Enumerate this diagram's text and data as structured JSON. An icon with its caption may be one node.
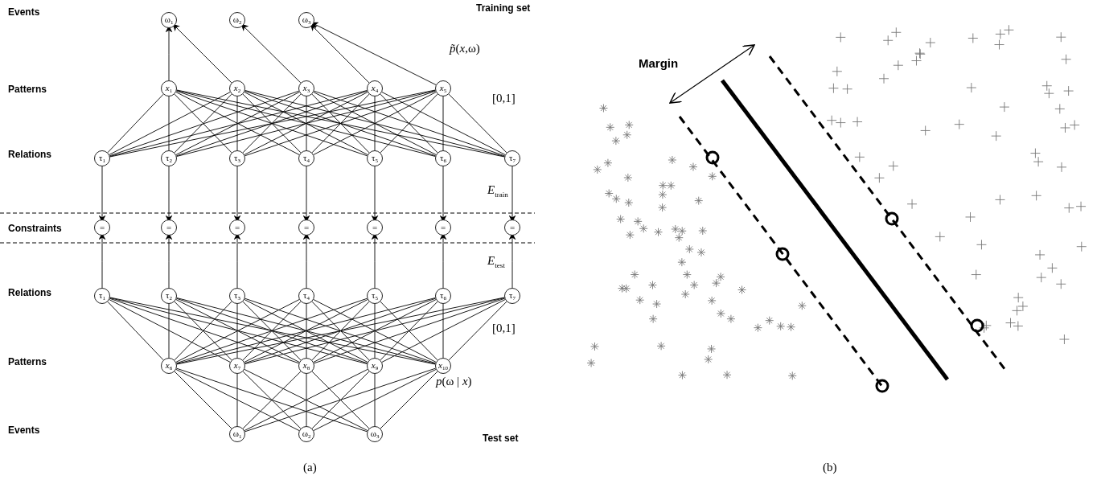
{
  "diagram": {
    "nodes": [
      {
        "text": [
          "ω$_{1}$"
        ]
      },
      {
        "text": [
          "ω$_{2}$"
        ]
      },
      {
        "text": [
          "ω$_{3}$"
        ]
      },
      {
        "text": [
          "*x*$_{1}$"
        ]
      },
      {
        "text": [
          "*x*$_{2}$"
        ]
      },
      {
        "text": [
          "*x*$_{3}$"
        ]
      },
      {
        "text": [
          "*x*$_{4}$"
        ]
      },
      {
        "text": [
          "*x*$_{5}$"
        ]
      },
      {
        "text": [
          "τ$_{1}$"
        ]
      },
      {
        "text": [
          "τ$_{2}$"
        ]
      },
      {
        "text": [
          "τ$_{3}$"
        ]
      },
      {
        "text": [
          "τ$_{4}$"
        ]
      },
      {
        "text": [
          "τ$_{5}$"
        ]
      },
      {
        "text": [
          "τ$_{6}$"
        ]
      },
      {
        "text": [
          "τ$_{7}$"
        ]
      },
      {
        "text": [
          "="
        ]
      },
      {
        "text": [
          "="
        ]
      },
      {
        "text": [
          "="
        ]
      },
      {
        "text": [
          "="
        ]
      },
      {
        "text": [
          "="
        ]
      },
      {
        "text": [
          "="
        ]
      },
      {
        "text": [
          "="
        ]
      },
      {
        "text": [
          "τ$_{1}$"
        ]
      },
      {
        "text": [
          "τ$_{2}$"
        ]
      },
      {
        "text": [
          "τ$_{3}$"
        ]
      },
      {
        "text": [
          "τ$_{4}$"
        ]
      },
      {
        "text": [
          "τ$_{5}$"
        ]
      },
      {
        "text": [
          "τ$_{6}$"
        ]
      },
      {
        "text": [
          "τ$_{7}$"
        ]
      },
      {
        "text": [
          "*x*$_{6}$"
        ]
      },
      {
        "text": [
          "*x*$_{7}$"
        ]
      },
      {
        "text": [
          "*x*$_{8}$"
        ]
      },
      {
        "text": [
          "*x*$_{9}$"
        ]
      },
      {
        "text": [
          "*x*$_{10}$"
        ]
      },
      {
        "text": [
          "ω$_{1}$"
        ]
      },
      {
        "text": [
          "ω$_{2}$"
        ]
      },
      {
        "text": [
          "ω$_{3}$"
        ]
      }
    ],
    "edges": [
      {
        "from": 3,
        "to": 0,
        "arrow": "to"
      },
      {
        "from": 4,
        "to": 0,
        "arrow": "to"
      },
      {
        "from": 5,
        "to": 1,
        "arrow": "to"
      },
      {
        "from": 6,
        "to": 2,
        "arrow": "to"
      },
      {
        "from": 7,
        "to": 2,
        "arrow": "to"
      },
      {
        "from": 3,
        "to": 8,
        "arrow": "none"
      },
      {
        "from": 3,
        "to": 9,
        "arrow": "none"
      },
      {
        "from": 3,
        "to": 10,
        "arrow": "none"
      },
      {
        "from": 3,
        "to": 11,
        "arrow": "none"
      },
      {
        "from": 3,
        "to": 12,
        "arrow": "none"
      },
      {
        "from": 3,
        "to": 13,
        "arrow": "none"
      },
      {
        "from": 3,
        "to": 14,
        "arrow": "none"
      },
      {
        "from": 4,
        "to": 8,
        "arrow": "none"
      },
      {
        "from": 4,
        "to": 9,
        "arrow": "none"
      },
      {
        "from": 4,
        "to": 10,
        "arrow": "none"
      },
      {
        "from": 4,
        "to": 11,
        "arrow": "none"
      },
      {
        "from": 4,
        "to": 12,
        "arrow": "none"
      },
      {
        "from": 4,
        "to": 13,
        "arrow": "none"
      },
      {
        "from": 4,
        "to": 14,
        "arrow": "none"
      },
      {
        "from": 5,
        "to": 8,
        "arrow": "none"
      },
      {
        "from": 5,
        "to": 9,
        "arrow": "none"
      },
      {
        "from": 5,
        "to": 10,
        "arrow": "none"
      },
      {
        "from": 5,
        "to": 11,
        "arrow": "none"
      },
      {
        "from": 5,
        "to": 12,
        "arrow": "none"
      },
      {
        "from": 5,
        "to": 13,
        "arrow": "none"
      },
      {
        "from": 5,
        "to": 14,
        "arrow": "none"
      },
      {
        "from": 6,
        "to": 8,
        "arrow": "none"
      },
      {
        "from": 6,
        "to": 9,
        "arrow": "none"
      },
      {
        "from": 6,
        "to": 10,
        "arrow": "none"
      },
      {
        "from": 6,
        "to": 11,
        "arrow": "none"
      },
      {
        "from": 6,
        "to": 12,
        "arrow": "none"
      },
      {
        "from": 6,
        "to": 13,
        "arrow": "none"
      },
      {
        "from": 6,
        "to": 14,
        "arrow": "none"
      },
      {
        "from": 7,
        "to": 8,
        "arrow": "none"
      },
      {
        "from": 7,
        "to": 9,
        "arrow": "none"
      },
      {
        "from": 7,
        "to": 10,
        "arrow": "none"
      },
      {
        "from": 7,
        "to": 11,
        "arrow": "none"
      },
      {
        "from": 7,
        "to": 12,
        "arrow": "none"
      },
      {
        "from": 7,
        "to": 13,
        "arrow": "none"
      },
      {
        "from": 7,
        "to": 14,
        "arrow": "none"
      },
      {
        "from": 8,
        "to": 15,
        "arrow": "to"
      },
      {
        "from": 9,
        "to": 16,
        "arrow": "to"
      },
      {
        "from": 10,
        "to": 17,
        "arrow": "to"
      },
      {
        "from": 11,
        "to": 18,
        "arrow": "to"
      },
      {
        "from": 12,
        "to": 19,
        "arrow": "to"
      },
      {
        "from": 13,
        "to": 20,
        "arrow": "to"
      },
      {
        "from": 14,
        "to": 21,
        "arrow": "to"
      },
      {
        "from": 22,
        "to": 15,
        "arrow": "to"
      },
      {
        "from": 23,
        "to": 16,
        "arrow": "to"
      },
      {
        "from": 24,
        "to": 17,
        "arrow": "to"
      },
      {
        "from": 25,
        "to": 18,
        "arrow": "to"
      },
      {
        "from": 26,
        "to": 19,
        "arrow": "to"
      },
      {
        "from": 27,
        "to": 20,
        "arrow": "to"
      },
      {
        "from": 28,
        "to": 21,
        "arrow": "to"
      },
      {
        "from": 22,
        "to": 29,
        "arrow": "none"
      },
      {
        "from": 22,
        "to": 30,
        "arrow": "none"
      },
      {
        "from": 22,
        "to": 31,
        "arrow": "none"
      },
      {
        "from": 22,
        "to": 32,
        "arrow": "none"
      },
      {
        "from": 22,
        "to": 33,
        "arrow": "none"
      },
      {
        "from": 23,
        "to": 29,
        "arrow": "none"
      },
      {
        "from": 23,
        "to": 30,
        "arrow": "none"
      },
      {
        "from": 23,
        "to": 31,
        "arrow": "none"
      },
      {
        "from": 23,
        "to": 32,
        "arrow": "none"
      },
      {
        "from": 23,
        "to": 33,
        "arrow": "none"
      },
      {
        "from": 24,
        "to": 29,
        "arrow": "none"
      },
      {
        "from": 24,
        "to": 30,
        "arrow": "none"
      },
      {
        "from": 24,
        "to": 31,
        "arrow": "none"
      },
      {
        "from": 24,
        "to": 32,
        "arrow": "none"
      },
      {
        "from": 24,
        "to": 33,
        "arrow": "none"
      },
      {
        "from": 25,
        "to": 29,
        "arrow": "none"
      },
      {
        "from": 25,
        "to": 30,
        "arrow": "none"
      },
      {
        "from": 25,
        "to": 31,
        "arrow": "none"
      },
      {
        "from": 25,
        "to": 32,
        "arrow": "none"
      },
      {
        "from": 25,
        "to": 33,
        "arrow": "none"
      },
      {
        "from": 26,
        "to": 29,
        "arrow": "none"
      },
      {
        "from": 26,
        "to": 30,
        "arrow": "none"
      },
      {
        "from": 26,
        "to": 31,
        "arrow": "none"
      },
      {
        "from": 26,
        "to": 32,
        "arrow": "none"
      },
      {
        "from": 26,
        "to": 33,
        "arrow": "none"
      },
      {
        "from": 27,
        "to": 29,
        "arrow": "none"
      },
      {
        "from": 27,
        "to": 30,
        "arrow": "none"
      },
      {
        "from": 27,
        "to": 31,
        "arrow": "none"
      },
      {
        "from": 27,
        "to": 32,
        "arrow": "none"
      },
      {
        "from": 27,
        "to": 33,
        "arrow": "none"
      },
      {
        "from": 28,
        "to": 29,
        "arrow": "none"
      },
      {
        "from": 28,
        "to": 30,
        "arrow": "none"
      },
      {
        "from": 28,
        "to": 31,
        "arrow": "none"
      },
      {
        "from": 28,
        "to": 32,
        "arrow": "none"
      },
      {
        "from": 28,
        "to": 33,
        "arrow": "none"
      },
      {
        "from": 29,
        "to": 34,
        "arrow": "none"
      },
      {
        "from": 29,
        "to": 35,
        "arrow": "none"
      },
      {
        "from": 29,
        "to": 36,
        "arrow": "none"
      },
      {
        "from": 30,
        "to": 34,
        "arrow": "none"
      },
      {
        "from": 30,
        "to": 35,
        "arrow": "none"
      },
      {
        "from": 30,
        "to": 36,
        "arrow": "none"
      },
      {
        "from": 31,
        "to": 34,
        "arrow": "none"
      },
      {
        "from": 31,
        "to": 35,
        "arrow": "none"
      },
      {
        "from": 31,
        "to": 36,
        "arrow": "none"
      },
      {
        "from": 32,
        "to": 34,
        "arrow": "none"
      },
      {
        "from": 32,
        "to": 35,
        "arrow": "none"
      },
      {
        "from": 32,
        "to": 36,
        "arrow": "none"
      },
      {
        "from": 33,
        "to": 34,
        "arrow": "none"
      },
      {
        "from": 33,
        "to": 35,
        "arrow": "none"
      },
      {
        "from": 33,
        "to": 36,
        "arrow": "none"
      }
    ],
    "labels": [
      "Events",
      "Training set",
      "*p̃*(*x*,ω)",
      "Patterns",
      "[0,1]",
      "Relations",
      "*E*$_{train}$",
      "Constraints",
      "*E*$_{test}$",
      "Relations",
      "[0,1]",
      "Patterns",
      "*p*(ω | *x*)",
      "Events",
      "Test set",
      "(a)",
      "Margin",
      "(b)"
    ]
  }
}
